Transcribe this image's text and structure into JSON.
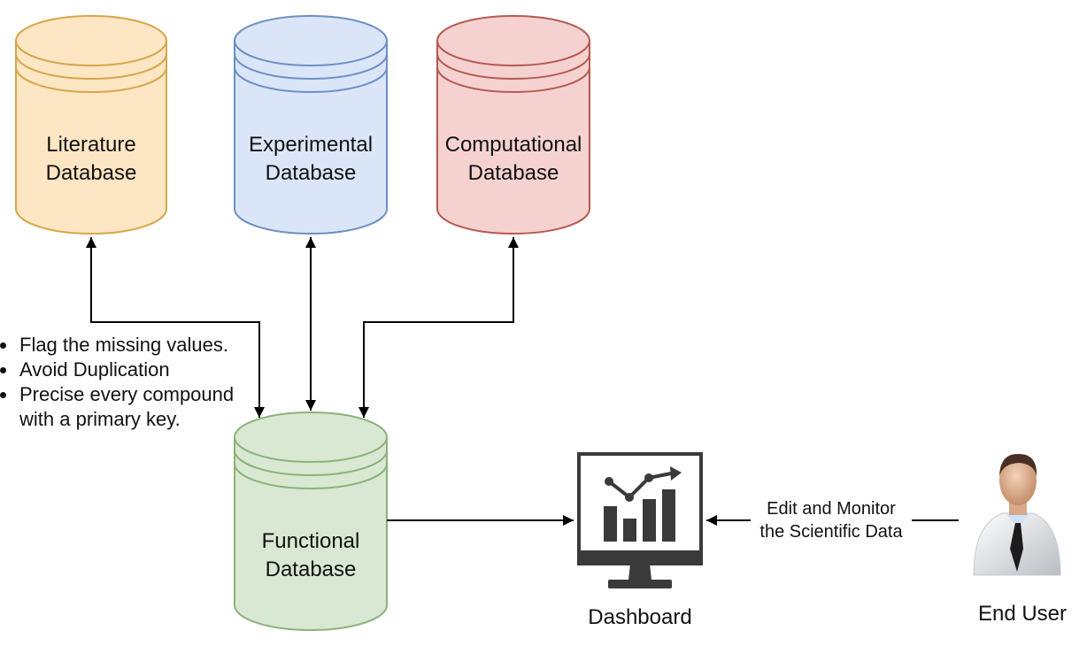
{
  "databases": {
    "literature": {
      "line1": "Literature",
      "line2": "Database",
      "fill": "#fde6c3",
      "stroke": "#d6a64a"
    },
    "experimental": {
      "line1": "Experimental",
      "line2": "Database",
      "fill": "#dae6f7",
      "stroke": "#6e8fc4"
    },
    "computational": {
      "line1": "Computational",
      "line2": "Database",
      "fill": "#f5d2d0",
      "stroke": "#b45a52"
    },
    "functional": {
      "line1": "Functional",
      "line2": "Database",
      "fill": "#d9e8d2",
      "stroke": "#8bb27a"
    }
  },
  "notes": [
    "Flag the missing values.",
    "Avoid Duplication",
    "Precise every compound",
    "with a primary key."
  ],
  "dashboard": {
    "label": "Dashboard",
    "icon": "dashboard-monitor-icon"
  },
  "edge_label": {
    "line1": "Edit and Monitor",
    "line2": "the Scientific Data"
  },
  "end_user": {
    "label": "End User",
    "icon": "user-avatar-icon"
  }
}
